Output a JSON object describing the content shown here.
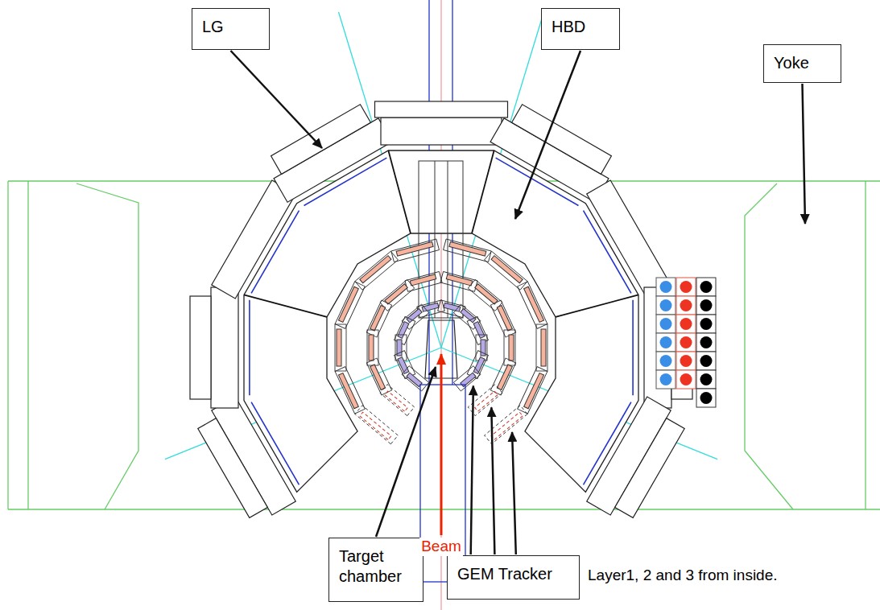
{
  "diagram": {
    "nodes": [
      {
        "text": [
          "LG"
        ]
      },
      {
        "text": [
          "HBD"
        ]
      },
      {
        "text": [
          "Yoke"
        ]
      },
      {
        "text": [
          "Target chamber"
        ]
      },
      {
        "text": [
          "GEM Tracker"
        ]
      }
    ],
    "labels": [
      "Beam",
      "Layer1, 2 and 3 from inside."
    ]
  }
}
